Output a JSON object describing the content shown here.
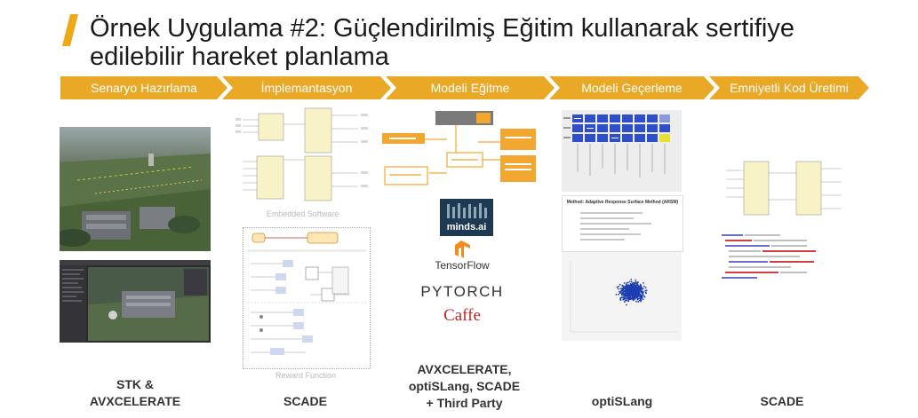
{
  "title": {
    "line1": "Örnek Uygulama #2: Güçlendirilmiş Eğitim kullanarak sertifiye",
    "line2": "edilebilir hareket planlama"
  },
  "steps": [
    {
      "label": "Senaryo Hazırlama"
    },
    {
      "label": "İmplemantasyon"
    },
    {
      "label": "Modeli Eğitme"
    },
    {
      "label": "Modeli Geçerleme"
    },
    {
      "label": "Emniyetli Kod Üretimi"
    }
  ],
  "captions": {
    "embedded": "Embedded Software",
    "reward": "Reward Function",
    "method": "Method: Adaptive Response Surface Method (ARSM)"
  },
  "logos": {
    "minds": "minds.ai",
    "tensorflow": "TensorFlow",
    "pytorch": "PYTORCH",
    "caffe": "Caffe"
  },
  "tools": {
    "col1_line1": "STK &",
    "col1_line2": "AVXCELERATE",
    "col2": "SCADE",
    "col3_line1": "AVXCELERATE,",
    "col3_line2": "optiSLang,  SCADE",
    "col3_line3": "+ Third Party",
    "col4": "optiSLang",
    "col5": "SCADE"
  },
  "colors": {
    "accent": "#f0a818",
    "chevron": "#e9a826",
    "orange_box": "#f2a830",
    "blue_cell": "#2f4fc8",
    "yellow_cell": "#e8e030",
    "scatter": "#1e3fb0"
  }
}
